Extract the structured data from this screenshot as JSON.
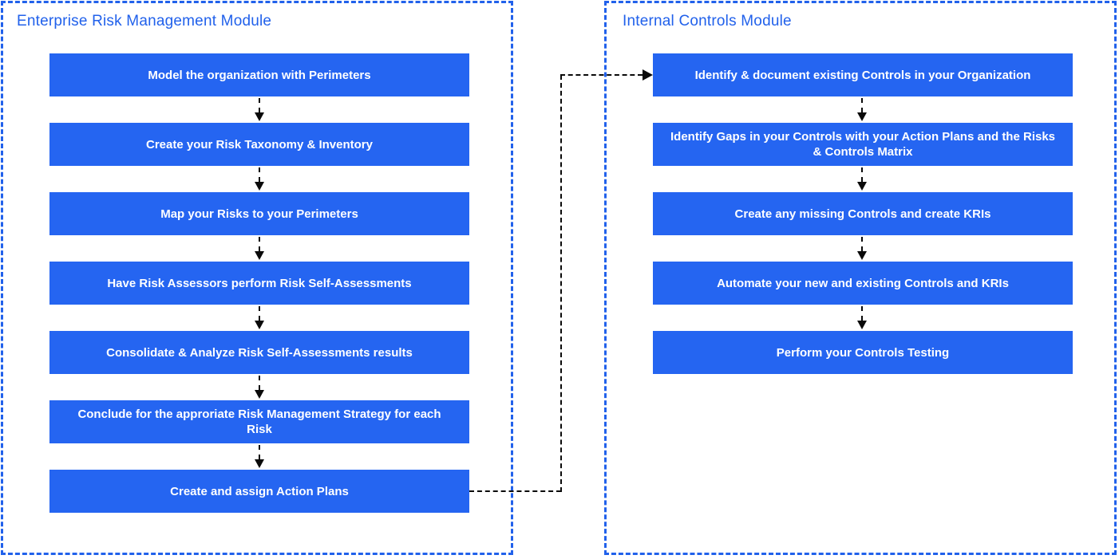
{
  "diagram": {
    "type": "flowchart",
    "modules": [
      {
        "title": "Enterprise Risk Management Module",
        "boxes": [
          "Model the organization with Perimeters",
          "Create your Risk Taxonomy & Inventory",
          "Map your Risks to your Perimeters",
          "Have Risk Assessors perform Risk Self-Assessments",
          "Consolidate & Analyze Risk Self-Assessments results",
          "Conclude for the approriate Risk Management Strategy for each Risk",
          "Create and assign Action Plans"
        ]
      },
      {
        "title": "Internal Controls Module",
        "boxes": [
          "Identify & document existing Controls in your Organization",
          "Identify Gaps in your Controls with your Action Plans and the Risks & Controls Matrix",
          "Create any missing Controls and create KRIs",
          "Automate your new and existing Controls and KRIs",
          "Perform your Controls Testing"
        ]
      }
    ],
    "cross_module_connection": {
      "from": "Create and assign Action Plans",
      "to": "Identify & document existing Controls in your Organization"
    }
  },
  "colors": {
    "box_fill": "#2565F1",
    "box_text": "#FFFFFF",
    "module_border": "#2161EB",
    "module_title": "#2161EB",
    "connector": "#0A0A0A"
  }
}
